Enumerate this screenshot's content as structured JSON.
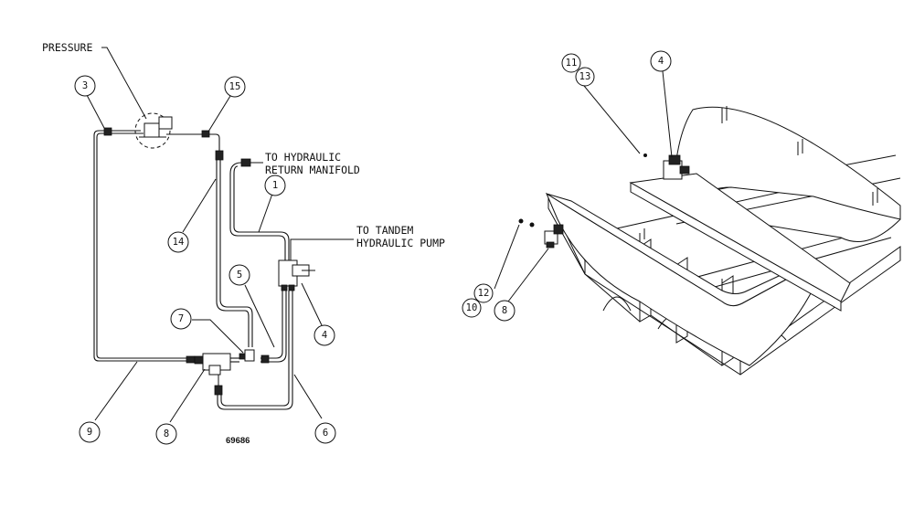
{
  "left_diagram": {
    "labels": {
      "pressure": "PRESSURE",
      "return_line1": "TO HYDRAULIC",
      "return_line2": "RETURN MANIFOLD",
      "pump_line1": "TO TANDEM",
      "pump_line2": "HYDRAULIC PUMP"
    },
    "callouts": [
      "3",
      "15",
      "1",
      "14",
      "5",
      "7",
      "4",
      "9",
      "8",
      "6"
    ],
    "figure_number": "69686"
  },
  "right_diagram": {
    "callouts": [
      "11",
      "13",
      "4",
      "12",
      "10",
      "8"
    ]
  }
}
